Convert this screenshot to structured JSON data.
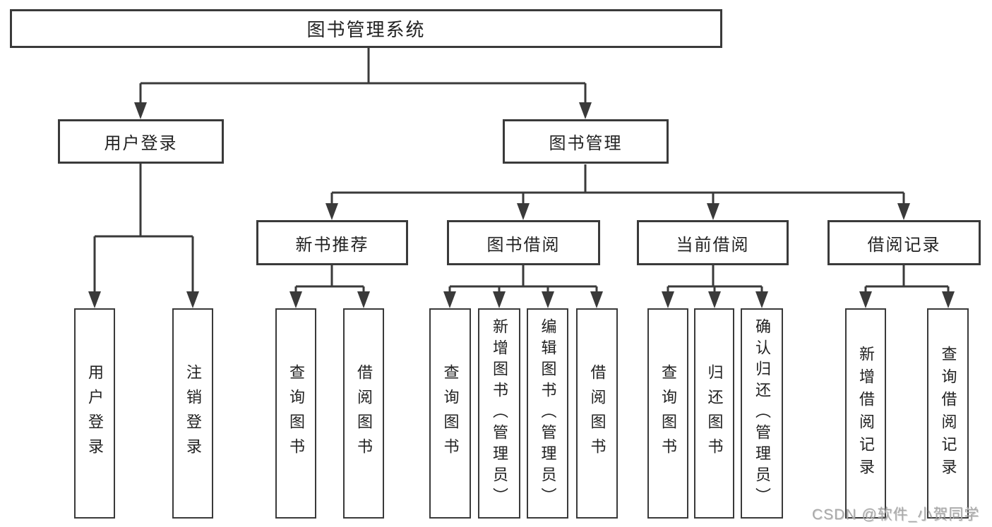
{
  "colors": {
    "background": "#ffffff",
    "line": "#3a3a3a",
    "text": "#222222",
    "watermark": "#a9a9a9"
  },
  "watermark": {
    "text": "CSDN @软件_小贺同学"
  },
  "tree": {
    "label": "图书管理系统",
    "children": [
      {
        "label": "用户登录",
        "children": [
          {
            "label": "用户登录"
          },
          {
            "label": "注销登录"
          }
        ]
      },
      {
        "label": "图书管理",
        "children": [
          {
            "label": "新书推荐",
            "children": [
              {
                "label": "查询图书"
              },
              {
                "label": "借阅图书"
              }
            ]
          },
          {
            "label": "图书借阅",
            "children": [
              {
                "label": "查询图书"
              },
              {
                "label": "新增图书（管理员）"
              },
              {
                "label": "编辑图书（管理员）"
              },
              {
                "label": "借阅图书"
              }
            ]
          },
          {
            "label": "当前借阅",
            "children": [
              {
                "label": "查询图书"
              },
              {
                "label": "归还图书"
              },
              {
                "label": "确认归还（管理员）"
              }
            ]
          },
          {
            "label": "借阅记录",
            "children": [
              {
                "label": "新增借阅记录"
              },
              {
                "label": "查询借阅记录"
              }
            ]
          }
        ]
      }
    ]
  }
}
